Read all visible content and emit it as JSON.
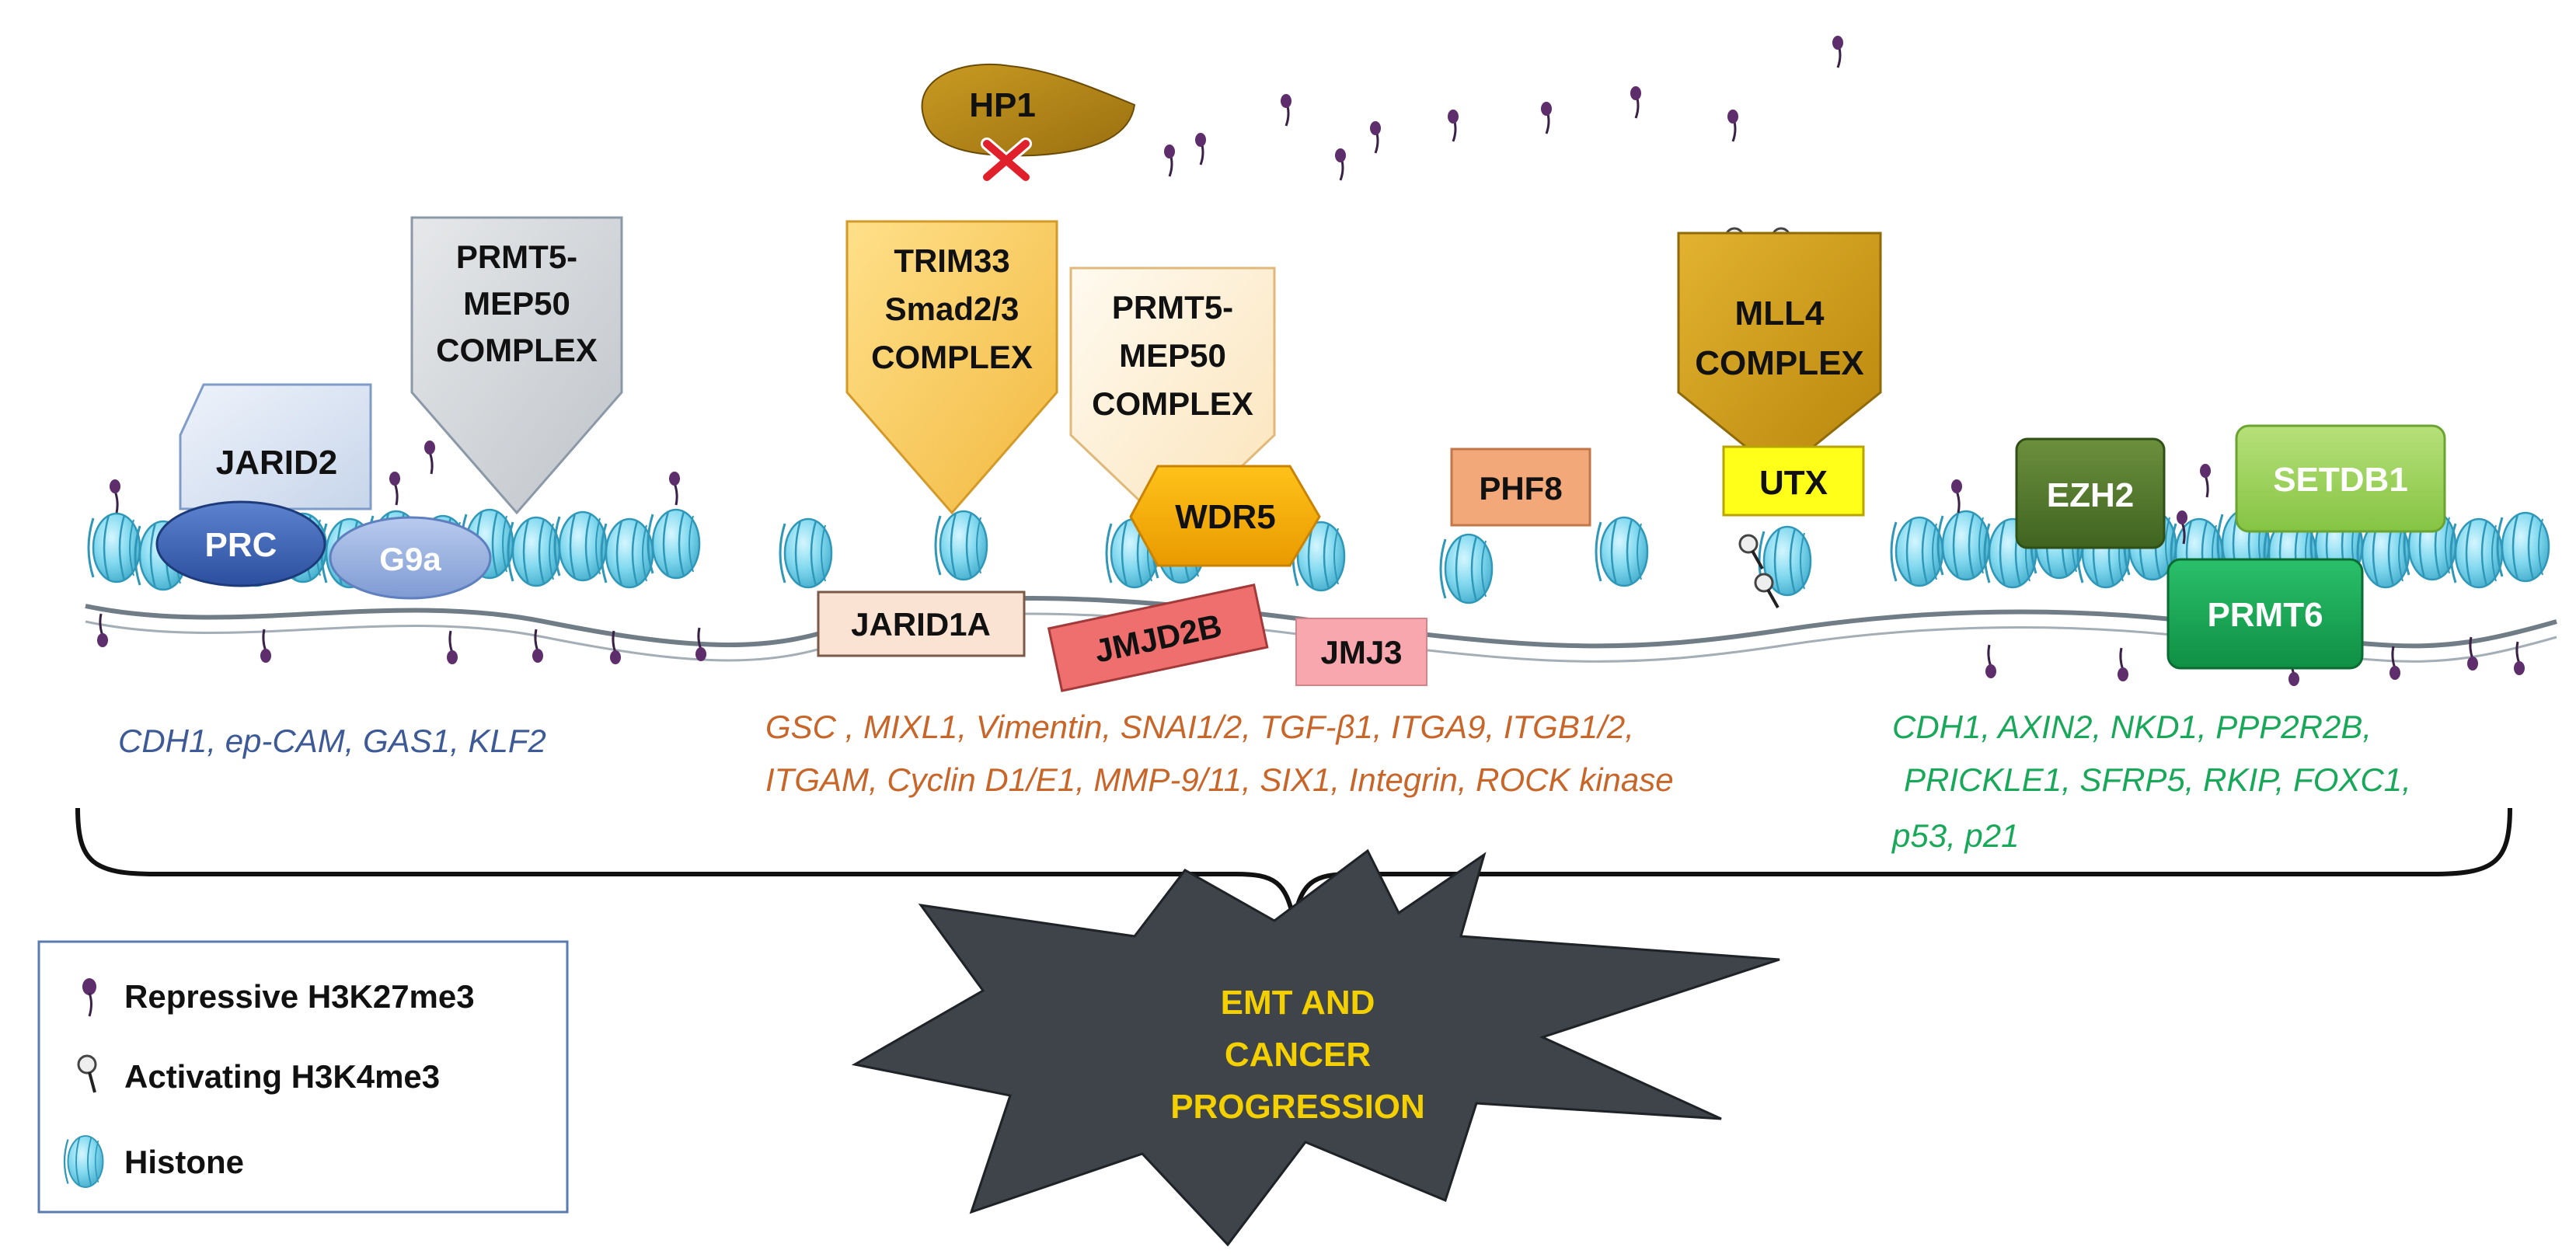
{
  "colors": {
    "histone": "#7fd8ee",
    "histone_dark": "#37a9c9",
    "dna_strand": "#707c86",
    "repressive_mark": "#5e2d6b",
    "activating_mark_head": "#eeeeee",
    "blue_group_text": "#3d5a96",
    "orange_group_text": "#c8662a",
    "green_group_text": "#19a85a",
    "starburst_fill": "#3e444a",
    "starburst_text": "#f4d000"
  },
  "factors": {
    "jarid2": "JARID2",
    "prc": "PRC",
    "g9a": "G9a",
    "prmt5_complex_left": [
      "PRMT5-",
      "MEP50",
      "COMPLEX"
    ],
    "hp1": "HP1",
    "trim33_complex": [
      "TRIM33",
      "Smad2/3",
      "COMPLEX"
    ],
    "prmt5_complex_mid": [
      "PRMT5-",
      "MEP50",
      "COMPLEX"
    ],
    "wdr5": "WDR5",
    "jarid1a": "JARID1A",
    "jmjd2b": "JMJD2B",
    "jmj3": "JMJ3",
    "phf8": "PHF8",
    "mll4_complex": [
      "MLL4",
      "COMPLEX"
    ],
    "utx": "UTX",
    "ezh2": "EZH2",
    "setdb1": "SETDB1",
    "prmt6": "PRMT6"
  },
  "gene_groups": {
    "blue": [
      "CDH1, ep-CAM, GAS1, KLF2"
    ],
    "orange": [
      "GSC , MIXL1, Vimentin, SNAI1/2, TGF-β1, ITGA9, ITGB1/2,",
      "ITGAM, Cyclin D1/E1, MMP-9/11, SIX1, Integrin, ROCK kinase"
    ],
    "green": [
      "CDH1, AXIN2, NKD1, PPP2R2B,",
      "PRICKLE1, SFRP5, RKIP, FOXC1,",
      "p53, p21"
    ]
  },
  "outcome": [
    "EMT AND",
    "CANCER",
    "PROGRESSION"
  ],
  "legend": {
    "repressive": "Repressive H3K27me3",
    "activating": "Activating H3K4me3",
    "histone": "Histone"
  }
}
